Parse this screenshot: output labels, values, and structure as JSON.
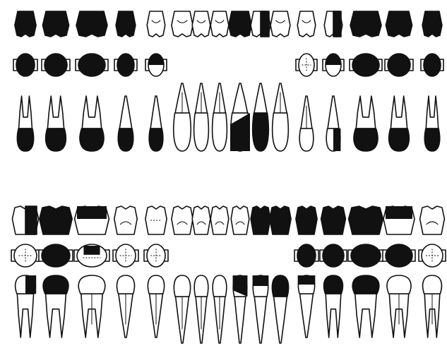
{
  "colors": {
    "ink": "#111111",
    "fill": "#111111",
    "paper": "#ffffff"
  },
  "chart": {
    "upper": {
      "cusps": [
        "solid",
        "solid",
        "solid",
        "solid",
        "open",
        "open",
        "open",
        "open",
        "solid",
        "half",
        "open",
        "open",
        "half",
        "solid",
        "solid",
        "solid"
      ],
      "occlusal": [
        "solid",
        "solid",
        "solid",
        "solid",
        "half",
        "none",
        "none",
        "none",
        "none",
        "none",
        "none",
        "dotted",
        "half",
        "solid",
        "solid",
        "solid"
      ],
      "roots": [
        "solid",
        "solid",
        "solid",
        "solid",
        "solid",
        "open",
        "open",
        "open",
        "diag",
        "solid",
        "open",
        "open",
        "half",
        "solid",
        "solid",
        "solid"
      ]
    },
    "lower": {
      "cusps": [
        "half",
        "solid",
        "band",
        "open",
        "dotted",
        "open",
        "open",
        "open",
        "open",
        "solid",
        "solid",
        "solid",
        "solid",
        "solid",
        "band",
        "open"
      ],
      "occlusal": [
        "dotted",
        "solid",
        "band",
        "dotted",
        "dotted",
        "none",
        "none",
        "none",
        "none",
        "none",
        "none",
        "solid",
        "solid",
        "solid",
        "solid",
        "dotted"
      ],
      "roots": [
        "half",
        "solid",
        "open",
        "open",
        "open",
        "open",
        "open",
        "open",
        "diag",
        "lower",
        "solid",
        "lower",
        "solid",
        "solid",
        "open",
        "open"
      ]
    }
  }
}
